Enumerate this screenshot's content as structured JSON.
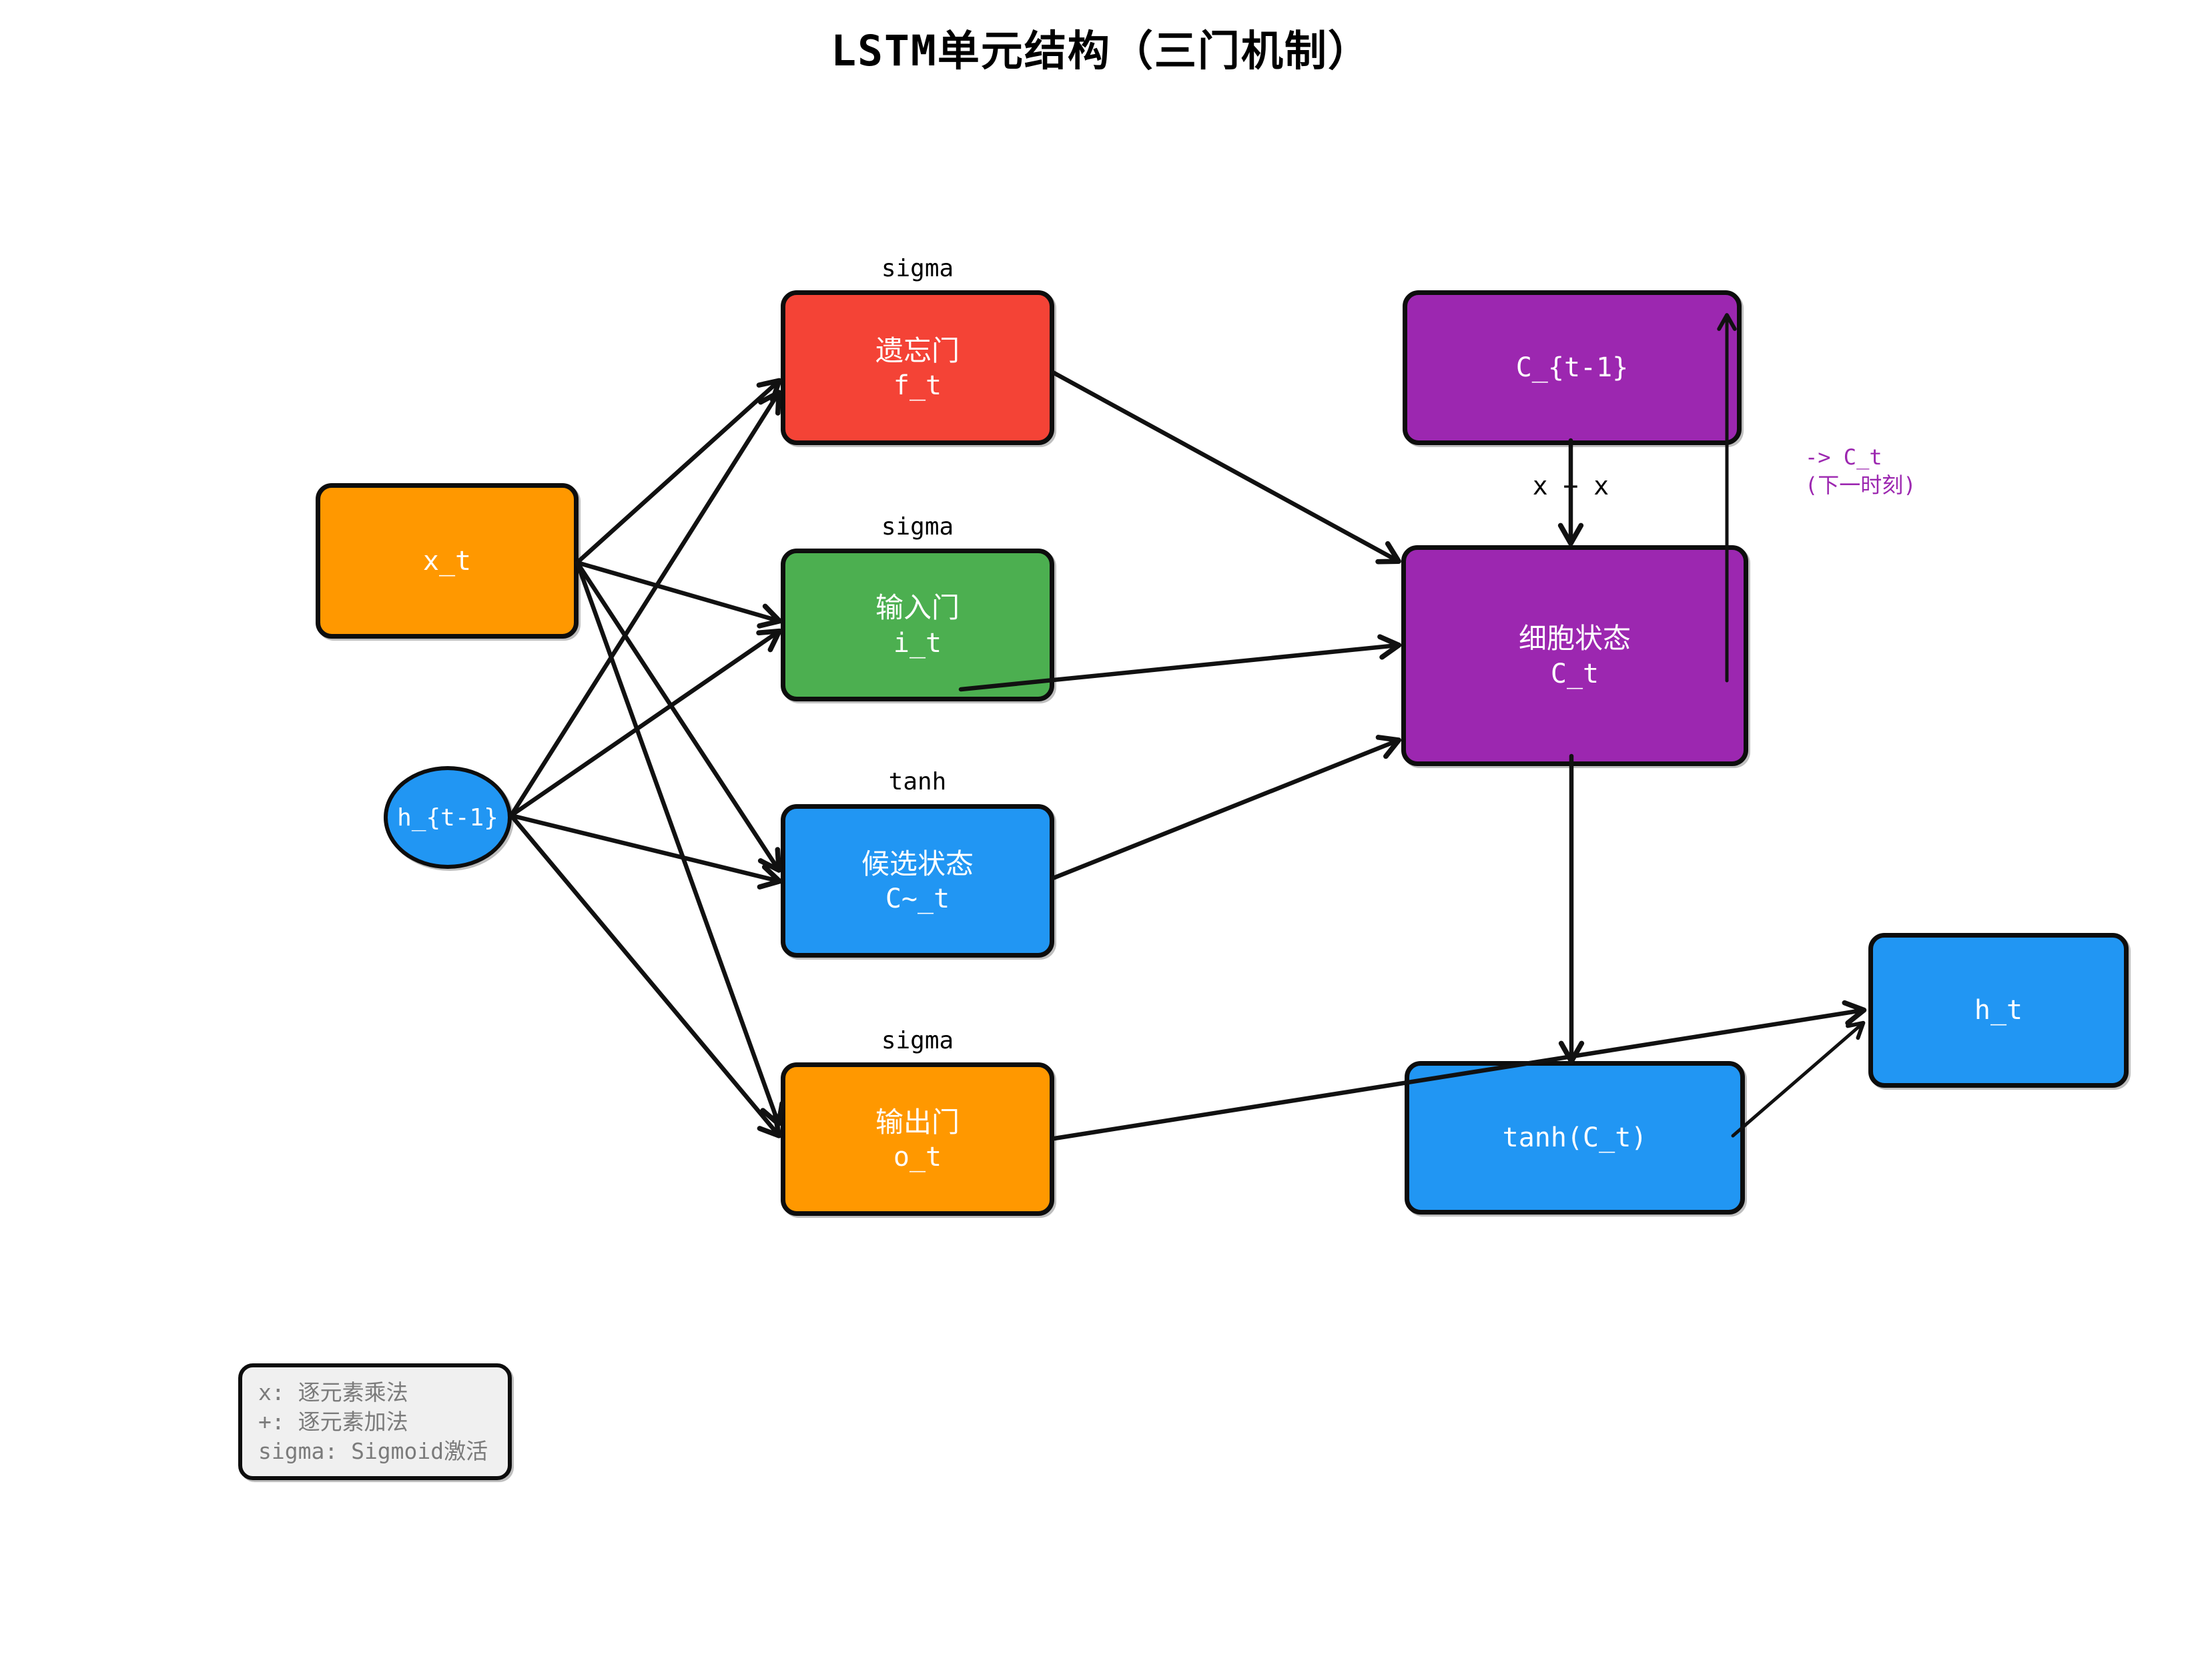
{
  "title": "LSTM单元结构（三门机制）",
  "nodes": {
    "x_t": {
      "label": "x_t"
    },
    "h_prev": {
      "label": "h_{t-1}"
    },
    "forget": {
      "name": "遗忘门",
      "symbol": "f_t",
      "activation": "sigma"
    },
    "input": {
      "name": "输入门",
      "symbol": "i_t",
      "activation": "sigma"
    },
    "candidate": {
      "name": "候选状态",
      "symbol": "C~_t",
      "activation": "tanh"
    },
    "output": {
      "name": "输出门",
      "symbol": "o_t",
      "activation": "sigma"
    },
    "c_prev": {
      "label": "C_{t-1}"
    },
    "cell": {
      "name": "细胞状态",
      "symbol": "C_t"
    },
    "tanh_cell": {
      "label": "tanh(C_t)"
    },
    "h_t": {
      "label": "h_t"
    }
  },
  "annotations": {
    "elementwise_ops": "x + x",
    "next_step_line1": "-> C_t",
    "next_step_line2": "(下一时刻)"
  },
  "legend": {
    "lines": [
      "x: 逐元素乘法",
      "+: 逐元素加法",
      "sigma: Sigmoid激活"
    ]
  },
  "colors": {
    "input_vector": "#FF9800",
    "forget_gate": "#F44336",
    "input_gate": "#4CAF50",
    "candidate_state": "#2196F3",
    "output_gate": "#FF9800",
    "cell_state": "#9C27B0",
    "hidden_state": "#2196F3",
    "annotation_text": "#9C27B0",
    "legend_background": "#F0F0F0",
    "legend_text": "#7B7B7B",
    "edge": "#111111"
  }
}
